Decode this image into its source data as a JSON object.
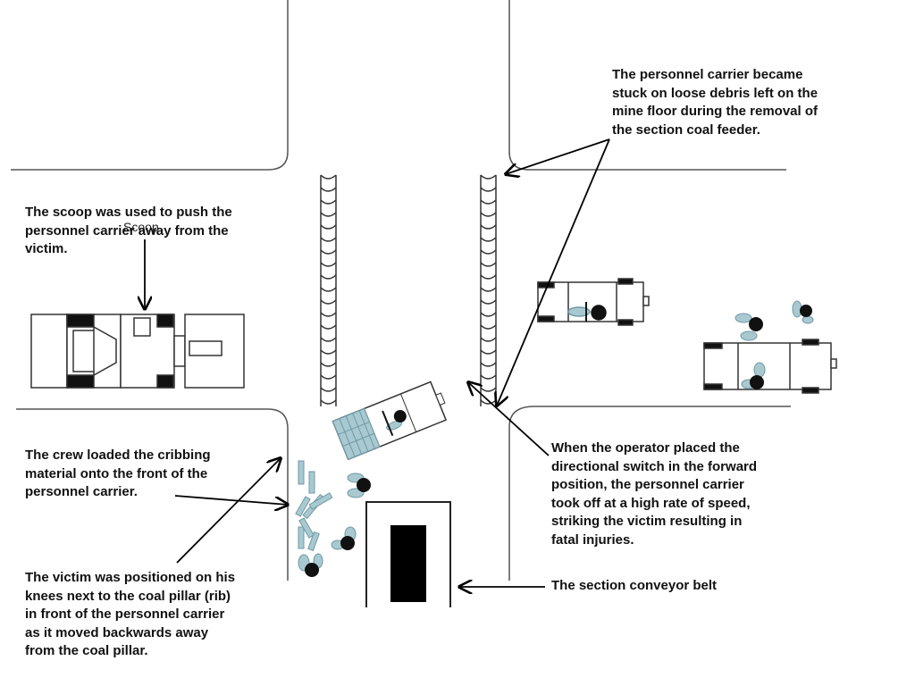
{
  "labels": {
    "scoop": "Scoop"
  },
  "callouts": {
    "debris": "The personnel carrier became\nstuck on loose debris left on the\nmine floor during the removal of\nthe section coal feeder.",
    "scoop_push": "The scoop was used to push the\npersonnel carrier away from the\nvictim.",
    "cribbing": "The crew loaded the cribbing\nmaterial onto the front of the\npersonnel carrier.",
    "victim": "The victim was positioned on his\nknees next to the coal pillar (rib)\nin front of the personnel carrier\nas it moved backwards away\nfrom the coal pillar.",
    "switch": "When the operator placed the\ndirectional switch in the forward\nposition, the personnel carrier\ntook off at a high rate of speed,\nstriking the victim resulting in\nfatal injuries.",
    "conveyor": "The section conveyor belt"
  },
  "colors": {
    "outline": "#555555",
    "vehicle_line": "#333333",
    "cribbing": "#a9c9d1",
    "cribbing_stroke": "#6f9aa6",
    "person_head": "#111111",
    "person_body": "#a9c9d1",
    "belt": "#000000",
    "arrow": "#000000"
  }
}
